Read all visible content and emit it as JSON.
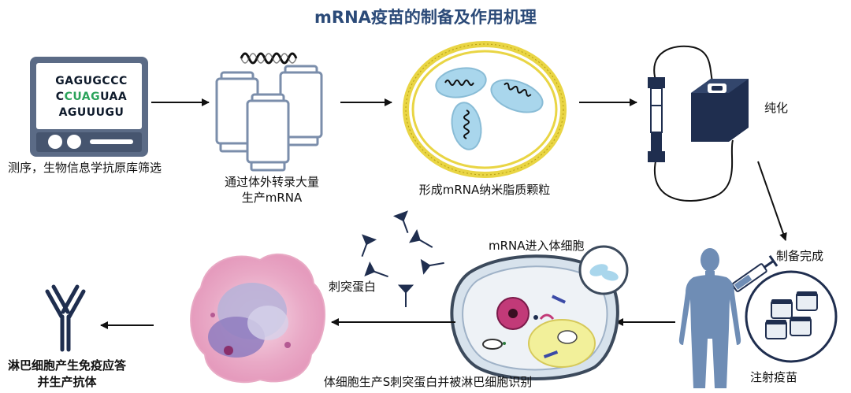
{
  "title": "mRNA疫苗的制备及作用机理",
  "sequence": {
    "line1": "GAGUGCCC",
    "line2_pre": "C",
    "line2_highlight": "CUAG",
    "line2_post": "UAA",
    "line3": "AGUUUGU"
  },
  "steps": {
    "sequencing": "测序，生物信息学抗原库筛选",
    "transcription_line1": "通过体外转录大量",
    "transcription_line2": "生产mRNA",
    "nanoparticle": "形成mRNA纳米脂质颗粒",
    "purification": "纯化",
    "prepared": "制备完成",
    "injection": "注射疫苗",
    "cell_entry": "mRNA进入体细胞",
    "spike_protein": "刺突蛋白",
    "recognition": "体细胞生产S刺突蛋白并被淋巴细胞识别",
    "antibody_line1": "淋巴细胞产生免疫应答",
    "antibody_line2": "并生产抗体"
  },
  "colors": {
    "title": "#2b4a78",
    "navy": "#1f2e4f",
    "highlight_base": "#2aa35a",
    "lipid_yellow": "#e9d544",
    "mrna_blue": "#a9d6ec",
    "person": "#6f8db5"
  }
}
